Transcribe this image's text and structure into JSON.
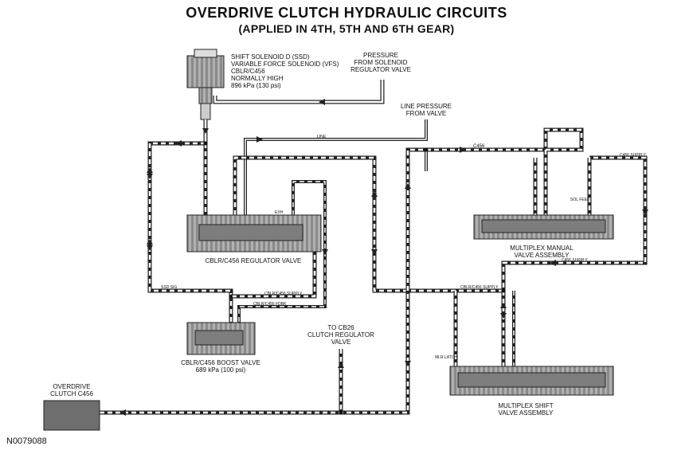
{
  "title": "OVERDRIVE CLUTCH HYDRAULIC CIRCUITS",
  "subtitle": "(APPLIED IN 4TH, 5TH AND 6TH GEAR)",
  "solenoid_label": [
    "SHIFT SOLENOID D (SSD)",
    "VARIABLE FORCE SOLENOID (VFS)",
    "CBLR/C456",
    "NORMALLY HIGH",
    "896 kPa (130 psi)"
  ],
  "pressure_from_solenoid": [
    "PRESSURE",
    "FROM SOLENOID",
    "REGULATOR VALVE"
  ],
  "line_pressure_label": [
    "LINE PRESSURE",
    "FROM VALVE"
  ],
  "regulator_valve_label": "CBLR/C456 REGULATOR VALVE",
  "boost_valve_label": [
    "CBLR/C456 BOOST VALVE",
    "689 kPa (100 psi)"
  ],
  "to_cb26_label": [
    "TO CB26",
    "CLUTCH REGULATOR",
    "VALVE"
  ],
  "manual_valve_label": [
    "MULTIPLEX MANUAL",
    "VALVE ASSEMBLY"
  ],
  "shift_valve_label": [
    "MULTIPLEX SHIFT",
    "VALVE ASSEMBLY"
  ],
  "overdrive_clutch_label": [
    "OVERDRIVE",
    "CLUTCH C456"
  ],
  "figure_id": "N0079088",
  "circuit_labels": {
    "line": "LINE",
    "c456": "C456",
    "c456_supply": "C456 SUPPLY",
    "c456_supply_2": "C456 SUPPLY",
    "cblr_c456_supply": "CBLR/C456 SUPPLY",
    "cblr_c456_supply_2": "CBLR/C456 SUPPLY",
    "cblr_c456_fdbk": "CBLR/C456 FDBK",
    "ssd_sig": "SSD SIG",
    "exh": "EXH",
    "sol_feed": "SOL FEED",
    "mlr_latch": "MLR LATCH"
  },
  "colors": {
    "line": "#222222",
    "fluid": "#ffffff",
    "valve_fill": "#9a9a9a",
    "clutch_fill": "#6e6e6e"
  }
}
